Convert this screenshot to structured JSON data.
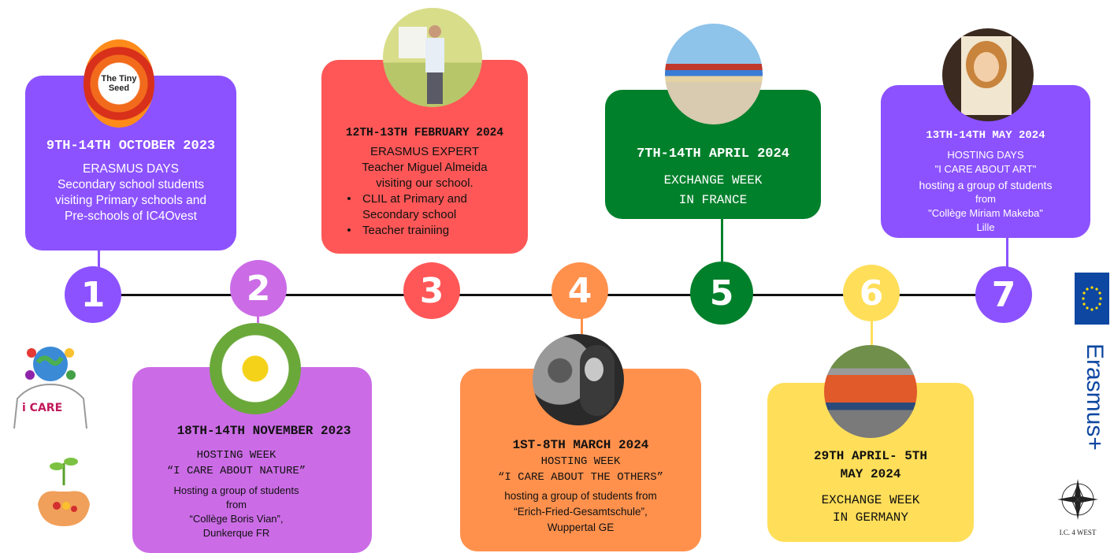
{
  "events": [
    {
      "num": "1",
      "date": "9TH-14TH OCTOBER 2023",
      "lines": [
        "ERASMUS DAYS",
        "Secondary school students",
        "visiting Primary schools and",
        "Pre-schools of IC4Ovest"
      ],
      "photo_label": [
        "The Tiny",
        "Seed"
      ]
    },
    {
      "num": "2",
      "date": "18TH-14TH NOVEMBER 2023",
      "lines": [
        "HOSTING WEEK",
        "“I CARE ABOUT NATURE”",
        "Hosting a group of students",
        "from",
        "“Collège Boris Vian”,",
        "Dunkerque FR"
      ]
    },
    {
      "num": "3",
      "date": "12TH-13TH FEBRUARY 2024",
      "lines": [
        "ERASMUS EXPERT",
        "Teacher Miguel Almeida",
        "visiting our school."
      ],
      "bullets": [
        "CLIL at Primary and",
        "Secondary school",
        "Teacher trainiing"
      ]
    },
    {
      "num": "4",
      "date": "1ST-8TH MARCH 2024",
      "lines": [
        "HOSTING WEEK",
        "“I CARE ABOUT THE OTHERS”",
        "hosting a group of students from",
        "“Erich-Fried-Gesamtschule”,",
        "Wuppertal GE"
      ]
    },
    {
      "num": "5",
      "date": "7TH-14TH APRIL 2024",
      "lines": [
        "EXCHANGE WEEK",
        "IN FRANCE"
      ]
    },
    {
      "num": "6",
      "date": [
        "29TH APRIL- 5TH",
        "MAY 2024"
      ],
      "lines": [
        "EXCHANGE WEEK",
        "IN GERMANY"
      ]
    },
    {
      "num": "7",
      "date": "13TH-14TH MAY 2024",
      "lines": [
        "HOSTING DAYS",
        "\"I CARE ABOUT ART\"",
        "hosting a group of students",
        "from",
        "\"Collège Miriam Makeba\"",
        "Lille"
      ]
    }
  ],
  "logos": {
    "icare": "i CARE",
    "erasmus": "Erasmus+",
    "compass_label": "I.C. 4 WEST"
  },
  "colors": {
    "purple": "#8c52ff",
    "violet": "#cb6ce6",
    "red": "#ff5757",
    "orange": "#ff914d",
    "green": "#00802b",
    "yellow": "#ffde59",
    "eu_blue": "#0e47a1"
  }
}
